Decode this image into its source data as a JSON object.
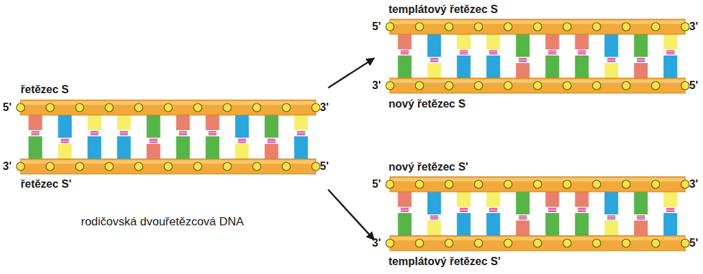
{
  "diagram": {
    "nodes": [
      {
        "text": [
          "řetězec S",
          "řetězec S'",
          "rodičovská dvouřetězcová DNA"
        ]
      },
      {
        "text": [
          "templátový řetězec S",
          "nový řetězec S"
        ]
      },
      {
        "text": [
          "nový řetězec S'",
          "templátový řetězec S'"
        ]
      }
    ],
    "edges": [
      {
        "from": 0,
        "to": 1,
        "arrow": "to"
      },
      {
        "from": 0,
        "to": 2,
        "arrow": "to"
      }
    ],
    "labels": [
      "5'",
      "3'",
      "3'",
      "5'",
      "5'",
      "3'",
      "3'",
      "5'",
      "5'",
      "3'",
      "3'",
      "5'"
    ]
  }
}
